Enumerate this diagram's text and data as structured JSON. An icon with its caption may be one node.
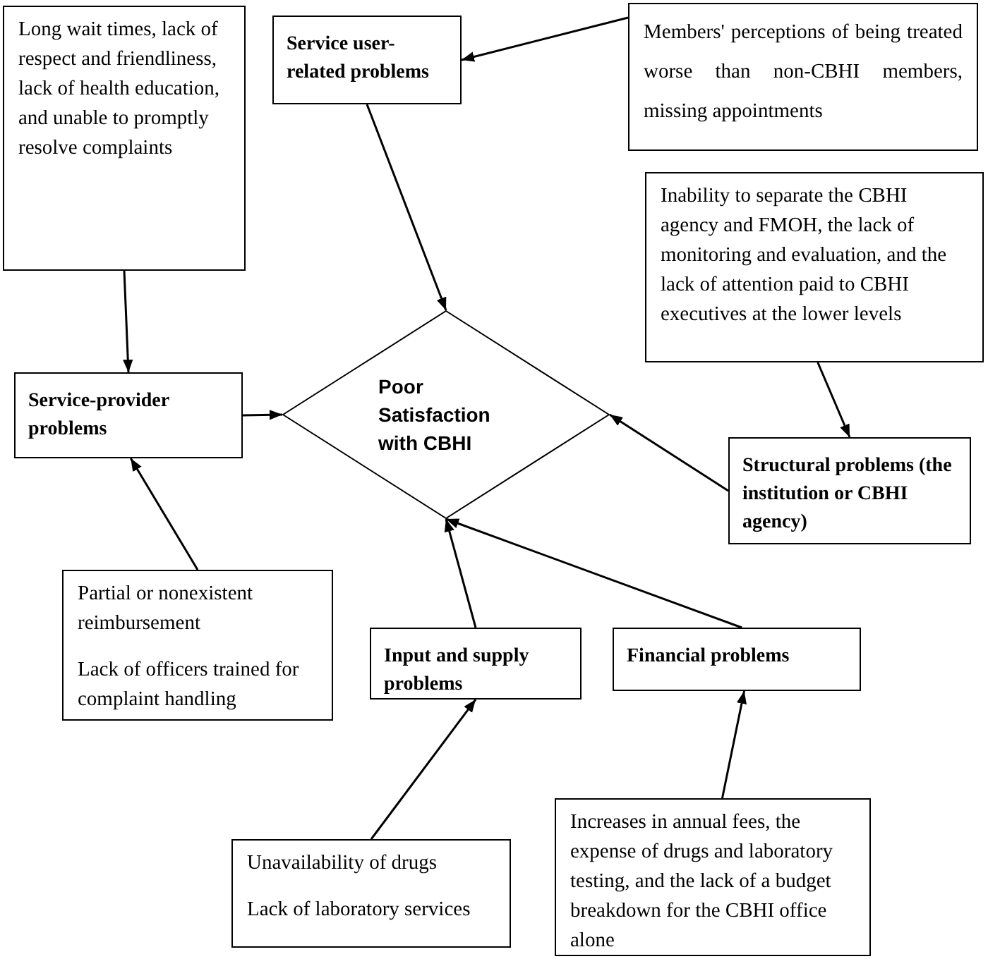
{
  "diagram": {
    "nodes": [
      {
        "text": [
          "Long wait times, lack of respect and friendliness, lack of health education, and unable to promptly resolve complaints"
        ]
      },
      {
        "text": [
          "Service user-related problems"
        ]
      },
      {
        "text": [
          "Members' perceptions of being treated worse than non-CBHI members, missing appointments"
        ]
      },
      {
        "text": [
          "Inability to separate the CBHI agency and FMOH, the lack of monitoring and evaluation, and the lack of attention paid to CBHI executives at the lower levels"
        ]
      },
      {
        "text": [
          "Service-provider problems"
        ]
      },
      {
        "text": [
          "Poor Satisfaction with CBHI"
        ]
      },
      {
        "text": [
          "Structural problems (the institution or CBHI agency)"
        ]
      },
      {
        "text": [
          "Partial or nonexistent reimbursement",
          "Lack of officers trained for complaint handling"
        ]
      },
      {
        "text": [
          "Input and supply problems"
        ]
      },
      {
        "text": [
          "Financial problems"
        ]
      },
      {
        "text": [
          "Unavailability of drugs",
          "Lack of laboratory services"
        ]
      },
      {
        "text": [
          "Increases in annual fees, the expense of drugs and laboratory testing, and the lack of a budget breakdown for the CBHI office alone"
        ]
      }
    ],
    "edges": [
      {
        "from": 0,
        "to": 4,
        "arrow": "to"
      },
      {
        "from": 2,
        "to": 1,
        "arrow": "to"
      },
      {
        "from": 1,
        "to": 5,
        "arrow": "to"
      },
      {
        "from": 3,
        "to": 6,
        "arrow": "to"
      },
      {
        "from": 4,
        "to": 5,
        "arrow": "to"
      },
      {
        "from": 6,
        "to": 5,
        "arrow": "to"
      },
      {
        "from": 7,
        "to": 4,
        "arrow": "to"
      },
      {
        "from": 8,
        "to": 5,
        "arrow": "to"
      },
      {
        "from": 9,
        "to": 5,
        "arrow": "to"
      },
      {
        "from": 10,
        "to": 8,
        "arrow": "to"
      },
      {
        "from": 11,
        "to": 9,
        "arrow": "to"
      }
    ]
  }
}
